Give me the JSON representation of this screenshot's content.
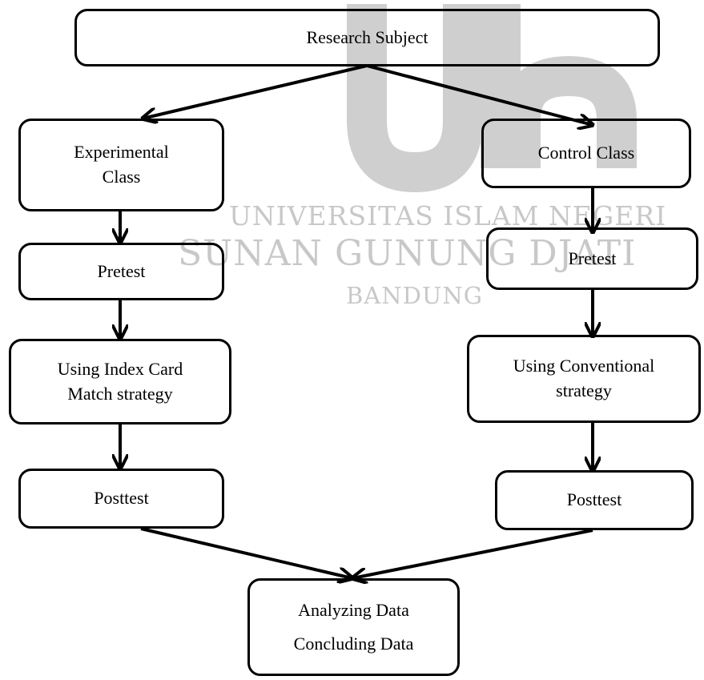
{
  "watermark": {
    "logo": "uin-logo",
    "line1": "UNIVERSITAS ISLAM NEGERI",
    "line2": "SUNAN GUNUNG DJATI",
    "line3": "BANDUNG"
  },
  "nodes": {
    "research_subject": "Research Subject",
    "experimental_class": [
      "Experimental",
      "Class"
    ],
    "control_class": "Control Class",
    "pretest_left": "Pretest",
    "pretest_right": "Pretest",
    "index_card": [
      "Using Index Card",
      "Match strategy"
    ],
    "conventional": [
      "Using Conventional",
      "strategy"
    ],
    "posttest_left": "Posttest",
    "posttest_right": "Posttest",
    "final": [
      "Analyzing Data",
      "Concluding Data"
    ]
  }
}
